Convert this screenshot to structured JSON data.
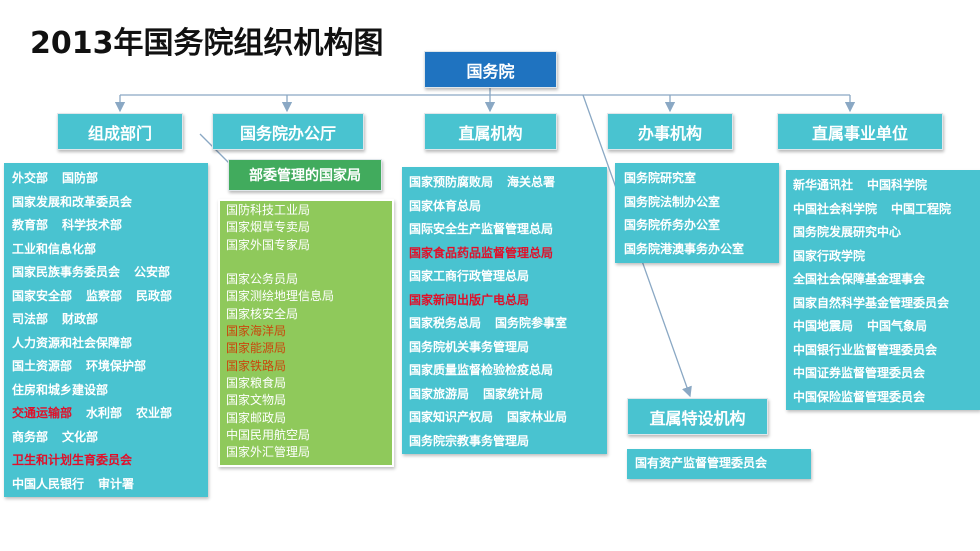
{
  "title": "2013年国务院组织机构图",
  "root": "国务院",
  "headers": {
    "zucheng": "组成部门",
    "bangongting": "国务院办公厅",
    "zhishu_jigou": "直属机构",
    "banshi": "办事机构",
    "zhishu_shiye": "直属事业单位",
    "buwei": "部委管理的国家局",
    "teshe": "直属特设机构"
  },
  "zucheng_bumen": [
    [
      {
        "t": "外交部"
      },
      {
        "t": "国防部"
      }
    ],
    [
      {
        "t": "国家发展和改革委员会"
      }
    ],
    [
      {
        "t": "教育部"
      },
      {
        "t": "科学技术部"
      }
    ],
    [
      {
        "t": "工业和信息化部"
      }
    ],
    [
      {
        "t": "国家民族事务委员会"
      },
      {
        "t": "公安部"
      }
    ],
    [
      {
        "t": "国家安全部"
      },
      {
        "t": "监察部"
      },
      {
        "t": "民政部"
      }
    ],
    [
      {
        "t": "司法部"
      },
      {
        "t": "财政部"
      }
    ],
    [
      {
        "t": "人力资源和社会保障部"
      }
    ],
    [
      {
        "t": "国土资源部"
      },
      {
        "t": "环境保护部"
      }
    ],
    [
      {
        "t": "住房和城乡建设部"
      }
    ],
    [
      {
        "t": "交通运输部",
        "hl": "red"
      },
      {
        "t": "水利部"
      },
      {
        "t": "农业部"
      }
    ],
    [
      {
        "t": "商务部"
      },
      {
        "t": "文化部"
      }
    ],
    [
      {
        "t": "卫生和计划生育委员会",
        "hl": "red"
      }
    ],
    [
      {
        "t": "中国人民银行"
      },
      {
        "t": "审计署"
      }
    ]
  ],
  "buwei_guojiaju": [
    {
      "t": "国防科技工业局"
    },
    {
      "t": "国家烟草专卖局"
    },
    {
      "t": "国家外国专家局"
    },
    {
      "t": ""
    },
    {
      "t": "国家公务员局"
    },
    {
      "t": "国家测绘地理信息局"
    },
    {
      "t": "国家核安全局"
    },
    {
      "t": "国家海洋局",
      "hl": "orange"
    },
    {
      "t": "国家能源局",
      "hl": "orange"
    },
    {
      "t": "国家铁路局",
      "hl": "orange"
    },
    {
      "t": "国家粮食局"
    },
    {
      "t": "国家文物局"
    },
    {
      "t": "国家邮政局"
    },
    {
      "t": "中国民用航空局"
    },
    {
      "t": "国家外汇管理局"
    }
  ],
  "zhishu_jigou": [
    [
      {
        "t": "国家预防腐败局"
      },
      {
        "t": "海关总署"
      }
    ],
    [
      {
        "t": "国家体育总局"
      }
    ],
    [
      {
        "t": "国际安全生产监督管理总局"
      }
    ],
    [
      {
        "t": "国家食品药品监督管理总局",
        "hl": "red"
      }
    ],
    [
      {
        "t": "国家工商行政管理总局"
      }
    ],
    [
      {
        "t": "国家新闻出版广电总局",
        "hl": "red"
      }
    ],
    [
      {
        "t": "国家税务总局"
      },
      {
        "t": "国务院参事室"
      }
    ],
    [
      {
        "t": "国务院机关事务管理局"
      }
    ],
    [
      {
        "t": "国家质量监督检验检疫总局"
      }
    ],
    [
      {
        "t": "国家旅游局"
      },
      {
        "t": "国家统计局"
      }
    ],
    [
      {
        "t": "国家知识产权局"
      },
      {
        "t": "国家林业局"
      }
    ],
    [
      {
        "t": "国务院宗教事务管理局"
      }
    ]
  ],
  "banshi_jigou": [
    {
      "t": "国务院研究室"
    },
    {
      "t": "国务院法制办公室"
    },
    {
      "t": "国务院侨务办公室"
    },
    {
      "t": "国务院港澳事务办公室"
    }
  ],
  "teshe_jigou": [
    {
      "t": "国有资产监督管理委员会"
    }
  ],
  "zhishu_shiye": [
    [
      {
        "t": "新华通讯社"
      },
      {
        "t": "中国科学院"
      }
    ],
    [
      {
        "t": "中国社会科学院"
      },
      {
        "t": "中国工程院"
      }
    ],
    [
      {
        "t": "国务院发展研究中心"
      }
    ],
    [
      {
        "t": "国家行政学院"
      }
    ],
    [
      {
        "t": "全国社会保障基金理事会"
      }
    ],
    [
      {
        "t": "国家自然科学基金管理委员会"
      }
    ],
    [
      {
        "t": "中国地震局"
      },
      {
        "t": "中国气象局"
      }
    ],
    [
      {
        "t": "中国银行业监督管理委员会"
      }
    ],
    [
      {
        "t": "中国证券监督管理委员会"
      }
    ],
    [
      {
        "t": "中国保险监督管理委员会"
      }
    ]
  ],
  "colors": {
    "header_blue": "#1f73c0",
    "panel_cyan": "#49c3d0",
    "panel_green": "#8fc95b",
    "sub_header_green": "#41ab5d",
    "highlight_red": "#e0102a",
    "highlight_orange": "#c9470c",
    "connector": "#8aa8c4"
  }
}
